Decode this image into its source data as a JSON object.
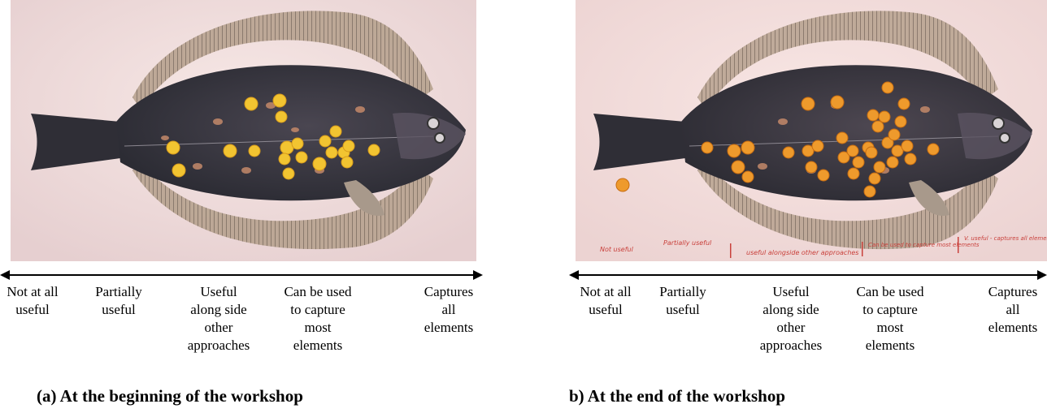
{
  "panels": [
    {
      "id": "a",
      "caption": "(a) At the beginning of the workshop",
      "scale_labels": [
        "Not at all\nuseful",
        "Partially\nuseful",
        "Useful\nalong side\nother\napproaches",
        "Can be used\nto capture\nmost\nelements",
        "Captures\nall\nelements"
      ],
      "handwritten_notes": []
    },
    {
      "id": "b",
      "caption": "b) At the end of the workshop",
      "scale_labels": [
        "Not at all\nuseful",
        "Partially\nuseful",
        "Useful\nalong side\nother\napproaches",
        "Can be used\nto capture\nmost\nelements",
        "Captures\nall\nelements"
      ],
      "handwritten_notes": [
        "Not useful",
        "Partially useful",
        "useful alongside other approaches",
        "Can be used to capture most elements",
        "V. useful - captures all elements"
      ]
    }
  ],
  "colors": {
    "background": "#f4e2e1",
    "fish_body": "#3b3a44",
    "dot_yellow": "#f2c431",
    "dot_orange": "#ee9a2c",
    "handwriting": "#c9413c"
  }
}
